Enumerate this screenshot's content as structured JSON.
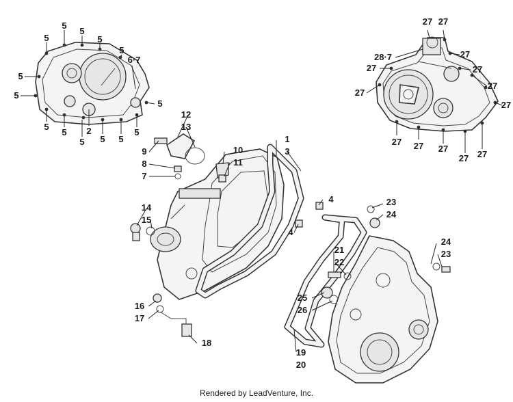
{
  "callouts": {
    "c1": "1",
    "c2": "2",
    "c3": "3",
    "c4a": "4",
    "c4b": "4",
    "c5": "5",
    "c6_7": "6·7",
    "c7": "7",
    "c8": "8",
    "c9": "9",
    "c10": "10",
    "c11": "11",
    "c12": "12",
    "c13": "13",
    "c14": "14",
    "c15": "15",
    "c16": "16",
    "c17": "17",
    "c18": "18",
    "c19": "19",
    "c20": "20",
    "c21": "21",
    "c22": "22",
    "c23": "23",
    "c24": "24",
    "c25": "25",
    "c26": "26",
    "c27": "27",
    "c28_7": "28·7"
  },
  "footer": "Rendered by LeadVenture, Inc."
}
